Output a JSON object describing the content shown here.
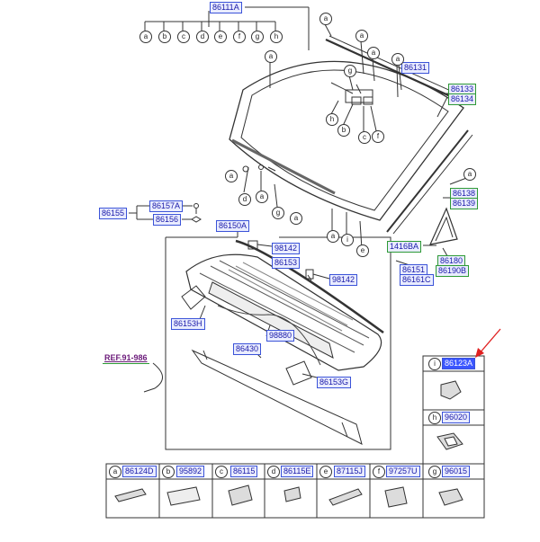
{
  "main_parts": {
    "windshield_assy": "86111A",
    "moulding_top": "86131",
    "moulding_side_a": "86133",
    "moulding_side_b": "86134",
    "moulding_lower_a": "86138",
    "moulding_lower_b": "86139",
    "retainer": "1416BA",
    "garnish_a": "86180",
    "garnish_b": "86190B",
    "clip_a": "86151",
    "clip_b": "86161C",
    "bolt_a": "86157A",
    "bolt_b": "86156",
    "cowl_group": "86155",
    "cowl_panel": "86150A",
    "hose_1": "98142",
    "hose_2": "98142",
    "weatherstrip": "86153",
    "cover_left": "86153H",
    "nozzle_hose": "98880",
    "seal": "86430",
    "cover_right": "86153G",
    "reference": "REF.91-986"
  },
  "letters": {
    "a": "a",
    "b": "b",
    "c": "c",
    "d": "d",
    "e": "e",
    "f": "f",
    "g": "g",
    "h": "h",
    "i": "i"
  },
  "side_table": [
    {
      "letter": "i",
      "part": "86123A"
    },
    {
      "letter": "h",
      "part": "96020"
    },
    {
      "letter": "g",
      "part": "96015"
    }
  ],
  "bottom_table": [
    {
      "letter": "a",
      "part": "86124D"
    },
    {
      "letter": "b",
      "part": "95892"
    },
    {
      "letter": "c",
      "part": "86115"
    },
    {
      "letter": "d",
      "part": "86115E"
    },
    {
      "letter": "e",
      "part": "87115J"
    },
    {
      "letter": "f",
      "part": "97257U"
    }
  ],
  "colors": {
    "label_border_blue": "#3b53d8",
    "label_border_green": "#2e9a36",
    "selected_fill": "#3b56ff",
    "pointer_arrow": "#e02020"
  }
}
